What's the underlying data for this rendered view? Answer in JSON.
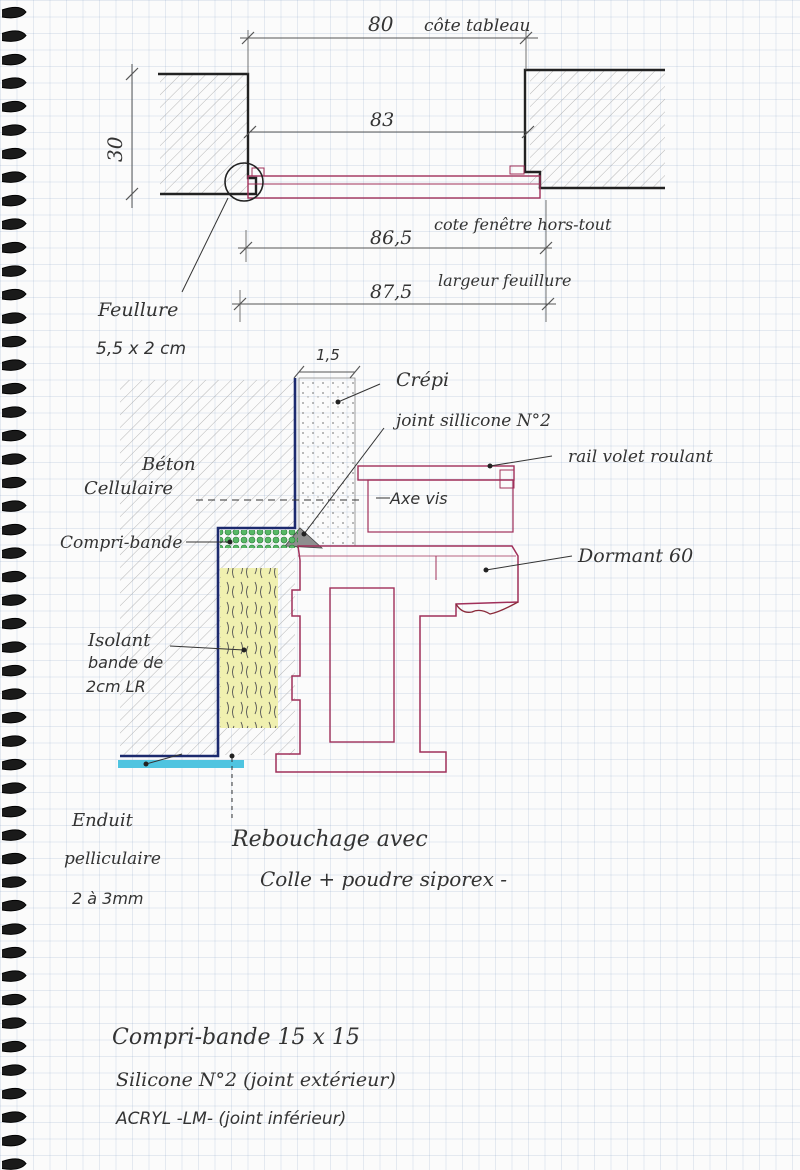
{
  "top_section": {
    "dim_tableau": "80",
    "dim_tableau_label": "côte tableau",
    "dim_height": "30",
    "dim_inner": "83",
    "dim_window": "86,5",
    "dim_window_label": "cote fenêtre hors-tout",
    "dim_rebate": "87,5",
    "dim_rebate_label": "largeur feuillure",
    "feuillure_label": "Feullure",
    "feuillure_size": "5,5 x 2 cm"
  },
  "detail_section": {
    "dim_top": "1,5",
    "crepi": "Crépi",
    "joint_silicone": "joint sillicone N°2",
    "rail": "rail volet roulant",
    "beton_1": "Béton",
    "beton_2": "Cellulaire",
    "axe_vis": "Axe vis",
    "compri_bande": "Compri-bande",
    "dormant": "Dormant 60",
    "isolant_1": "Isolant",
    "isolant_2": "bande de",
    "isolant_3": "2cm LR",
    "enduit_1": "Enduit",
    "enduit_2": "pelliculaire",
    "enduit_3": "2 à 3mm",
    "rebouchage_1": "Rebouchage avec",
    "rebouchage_2": "Colle + poudre siporex -"
  },
  "notes": {
    "line1": "Compri-bande  15 x 15",
    "line2": "Silicone N°2  (joint extérieur)",
    "line3": "ACRYL -LM-  (joint inférieur)"
  },
  "colors": {
    "frame": "#a0305a",
    "ink": "#333333",
    "blue": "#1c2a6e",
    "isolant": "#f0f0b0",
    "compri": "#3c9a4c",
    "enduit": "#4fc4e0"
  }
}
